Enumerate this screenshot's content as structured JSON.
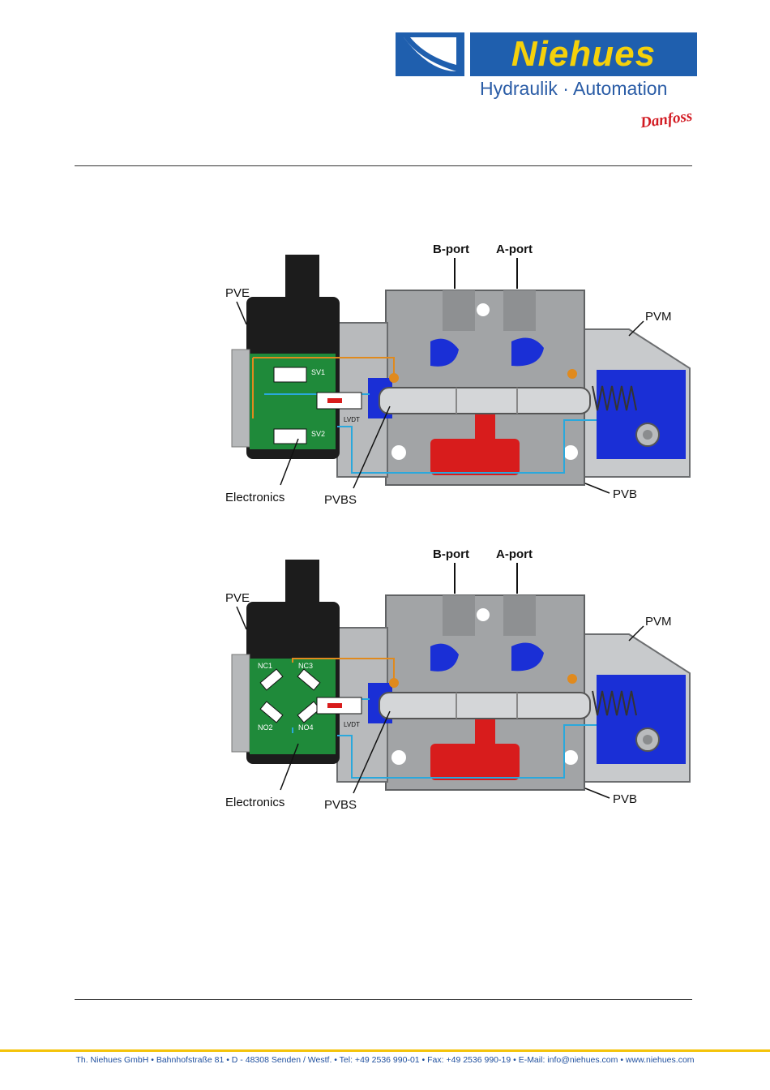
{
  "header": {
    "brand_name": "Niehues",
    "tagline": "Hydraulik · Automation",
    "partner_logo_text": "Danfoss"
  },
  "figures": [
    {
      "labels": {
        "b_port": "B-port",
        "a_port": "A-port",
        "pve": "PVE",
        "pvm": "PVM",
        "pvb": "PVB",
        "pvbs": "PVBS",
        "electronics": "Electronics",
        "lvdt": "LVDT",
        "valves": [
          "SV1",
          "SV2"
        ]
      }
    },
    {
      "labels": {
        "b_port": "B-port",
        "a_port": "A-port",
        "pve": "PVE",
        "pvm": "PVM",
        "pvb": "PVB",
        "pvbs": "PVBS",
        "electronics": "Electronics",
        "lvdt": "LVDT",
        "valves": [
          "NC1",
          "NC3",
          "NO2",
          "NO4"
        ]
      }
    }
  ],
  "footer": {
    "text": "Th. Niehues GmbH • Bahnhofstraße 81 • D - 48308 Senden / Westf. • Tel: +49 2536 990-01 • Fax: +49 2536 990-19 • E-Mail: info@niehues.com • www.niehues.com"
  },
  "colors": {
    "brand_blue": "#1f5fae",
    "brand_yellow": "#f5d10b",
    "danfoss_red": "#d21a22",
    "hydraulic_blue": "#1a2fd6",
    "hydraulic_red": "#d81c1c",
    "pcb_green": "#1f8a3a",
    "pilot_orange": "#e08a1e",
    "signal_cyan": "#2aa8dc"
  }
}
